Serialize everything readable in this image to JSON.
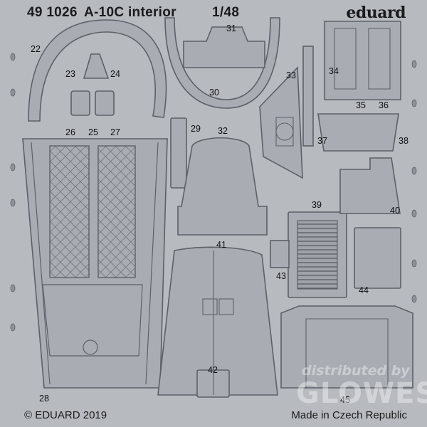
{
  "header": {
    "code": "49 1026",
    "title": "A-10C interior",
    "scale": "1/48",
    "brand": "eduard"
  },
  "footer": {
    "copyright": "© EDUARD 2019",
    "made_in": "Made in Czech Republic"
  },
  "watermark": {
    "line1": "distributed by",
    "line2": "GLOWES"
  },
  "part_numbers": [
    "22",
    "23",
    "24",
    "25",
    "26",
    "27",
    "28",
    "29",
    "30",
    "31",
    "32",
    "33",
    "34",
    "35",
    "36",
    "37",
    "38",
    "39",
    "40",
    "41",
    "42",
    "43",
    "44",
    "45"
  ],
  "colors": {
    "fret": "#b7babf",
    "part": "#a9adb3",
    "outline": "#5c6168",
    "text": "#1b1b1b"
  }
}
